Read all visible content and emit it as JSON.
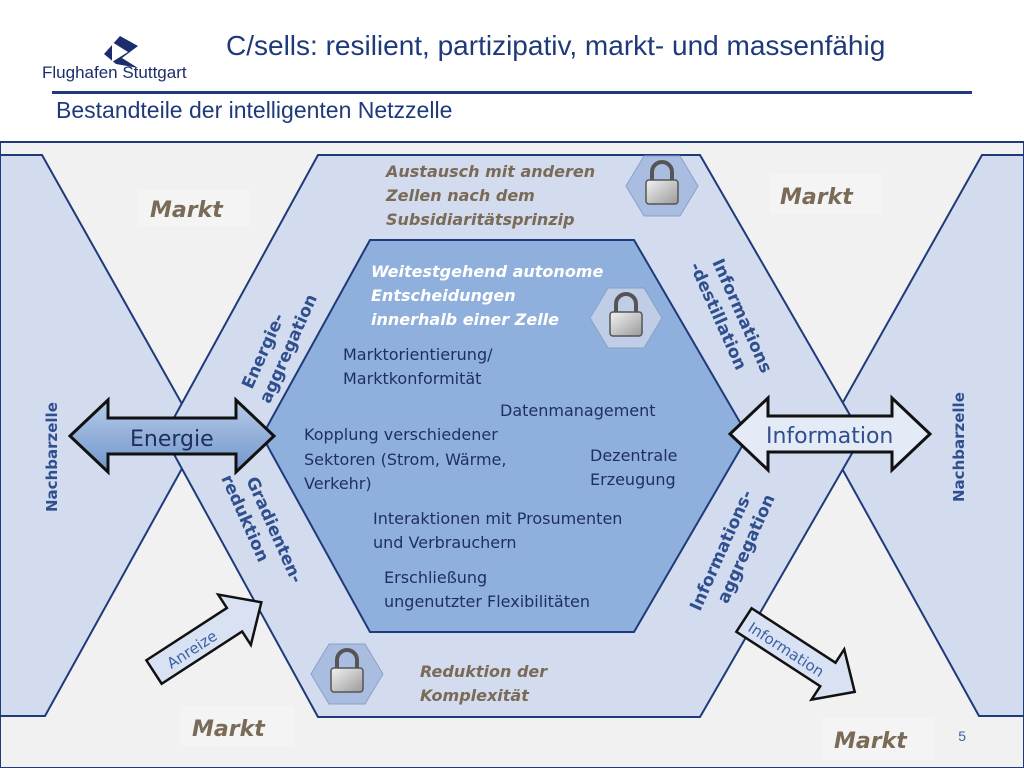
{
  "header": {
    "logo_text": "Flughafen Stuttgart",
    "title": "C/sells: resilient, partizipativ, markt- und massenfähig",
    "subtitle": "Bestandteile der intelligenten Netzzelle"
  },
  "diagram": {
    "markets": {
      "top_left": "Markt",
      "top_right": "Markt",
      "bottom_left": "Markt",
      "bottom_right": "Markt"
    },
    "neighbors": {
      "left": "Nachbarzelle",
      "right": "Nachbarzelle"
    },
    "outer_texts": {
      "top_line1": "Austausch mit anderen",
      "top_line2": "Zellen nach dem",
      "top_line3": "Subsidiaritätsprinzip",
      "bottom_line1": "Reduktion der",
      "bottom_line2": "Komplexität"
    },
    "side_labels": {
      "energy_aggregation_line1": "Energie-",
      "energy_aggregation_line2": "aggregation",
      "gradient_reduction_line1": "Gradienten-",
      "gradient_reduction_line2": "reduktion",
      "info_destillation_line1": "Informations",
      "info_destillation_line2": "-destillation",
      "info_aggregation_line1": "Informations-",
      "info_aggregation_line2": "aggregation"
    },
    "center": {
      "autonomy_line1": "Weitestgehend autonome",
      "autonomy_line2": "Entscheidungen",
      "autonomy_line3": "innerhalb einer Zelle",
      "market_line1": "Marktorientierung/",
      "market_line2": "Marktkonformität",
      "data_management": "Datenmanagement",
      "coupling_line1": "Kopplung verschiedener",
      "coupling_line2": "Sektoren (Strom, Wärme,",
      "coupling_line3": "Verkehr)",
      "decentral_line1": "Dezentrale",
      "decentral_line2": "Erzeugung",
      "interaction_line1": "Interaktionen mit Prosumenten",
      "interaction_line2": "und Verbrauchern",
      "flex_line1": "Erschließung",
      "flex_line2": "ungenutzter Flexibilitäten"
    },
    "arrows": {
      "energy": "Energie",
      "information": "Information",
      "incentives": "Anreize",
      "information_small": "Information"
    }
  },
  "page_number": "5",
  "colors": {
    "title_blue": "#1f3a7a",
    "outer_band": "#d3dcee",
    "mid_band": "#bfcde6",
    "inner_hex": "#8fb0dc",
    "label_blue": "#2f4f8f",
    "tan_text": "#7a6a58"
  }
}
